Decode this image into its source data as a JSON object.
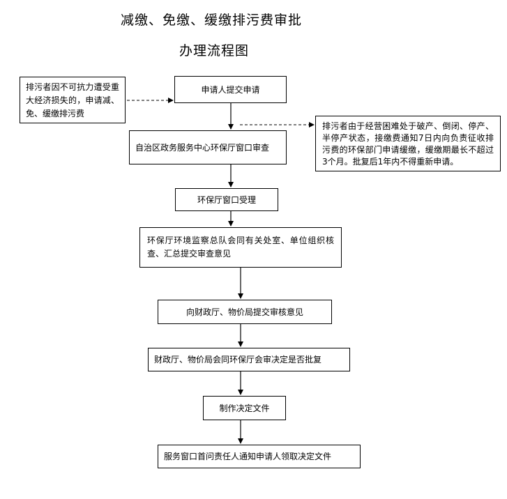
{
  "title": {
    "line1": "减缴、免缴、缓缴排污费审批",
    "line2": "办理流程图"
  },
  "side_notes": {
    "left": "排污者因不可抗力遭受重大经济损失的，申请减、免、缓缴排污费",
    "right": "排污者由于经营困难处于破产、倒闭、停产、半停产状态，接缴费通知7日内向负责征收排污费的环保部门申请缓缴，缓缴期最长不超过3个月。批复后1年内不得重新申请。"
  },
  "steps": [
    "申请人提交申请",
    "自治区政务服务中心环保厅窗口审查",
    "环保厅窗口受理",
    "环保厅环境监察总队会同有关处室、单位组织核查、汇总提交审查意见",
    "向财政厅、物价局提交审核意见",
    "财政厅、物价局会同环保厅会审决定是否批复",
    "制作决定文件",
    "服务窗口首问责任人通知申请人领取决定文件"
  ],
  "colors": {
    "line": "#000000",
    "background": "#ffffff"
  }
}
